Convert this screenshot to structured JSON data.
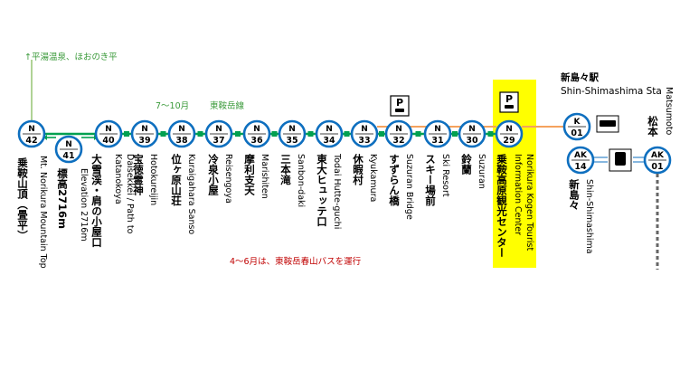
{
  "colors": {
    "line_green": "#00a050",
    "station_blue": "#1c7fcf",
    "ring_blue": "#0e6fbf",
    "transfer_orange": "#f5a25d",
    "highlight_yellow": "#ffff00",
    "annotation_green": "#3a9a3a",
    "annotation_red": "#c00000",
    "rail_gray": "#666666"
  },
  "top_note": "↑平湯温泉、ほおのき平",
  "season_note": "7〜10月",
  "route_name": "東鞍岳線",
  "bottom_note": "4〜6月は、東鞍岳春山バスを運行",
  "stations": [
    {
      "line": "N",
      "num": "42",
      "jp": "乗鞍山頂（畳平）",
      "en": "Mt. Norikura Mountain Top"
    },
    {
      "line": "N",
      "num": "41",
      "jp": "標高2716m",
      "en": "Elevation 2716m"
    },
    {
      "line": "N",
      "num": "40",
      "jp": "大雪渓・肩の小屋口",
      "en": "Daisekkei / Path to Katanokoya"
    },
    {
      "line": "N",
      "num": "39",
      "jp": "宝徳霊神",
      "en": "Hotokureijin"
    },
    {
      "line": "N",
      "num": "38",
      "jp": "位ヶ原山荘",
      "en": "Kuraigahara Sanso"
    },
    {
      "line": "N",
      "num": "37",
      "jp": "冷泉小屋",
      "en": "Reisengoya"
    },
    {
      "line": "N",
      "num": "36",
      "jp": "摩利支天",
      "en": "Marishiten"
    },
    {
      "line": "N",
      "num": "35",
      "jp": "三本滝",
      "en": "Sanbon-daki"
    },
    {
      "line": "N",
      "num": "34",
      "jp": "東大ヒュッテ口",
      "en": "Todai Hutte-guchi"
    },
    {
      "line": "N",
      "num": "33",
      "jp": "休暇村",
      "en": "Kyukamura"
    },
    {
      "line": "N",
      "num": "32",
      "jp": "すずらん橋",
      "en": "Suzuran Bridge"
    },
    {
      "line": "N",
      "num": "31",
      "jp": "スキー場前",
      "en": "Ski Resort"
    },
    {
      "line": "N",
      "num": "30",
      "jp": "鈴蘭",
      "en": "Suzuran"
    },
    {
      "line": "N",
      "num": "29",
      "jp": "乗鞍高原観光センター",
      "en": "Norikura Kogen Tourist Information Center"
    }
  ],
  "shinshimashima": {
    "jp": "新島々駅",
    "en": "Shin-Shimashima Sta",
    "bus_stop": {
      "line": "K",
      "num": "01"
    },
    "rail_stop": {
      "line": "AK",
      "num": "14"
    },
    "rail_jp": "新島々",
    "rail_en": "Shin-Shimashima"
  },
  "matsumoto": {
    "line": "AK",
    "num": "01",
    "jp": "松本",
    "en": "Matsumoto"
  },
  "parking_label": "P",
  "icons": {
    "parking": "parking-car-icon",
    "bus": "bus-icon",
    "train": "train-icon"
  }
}
